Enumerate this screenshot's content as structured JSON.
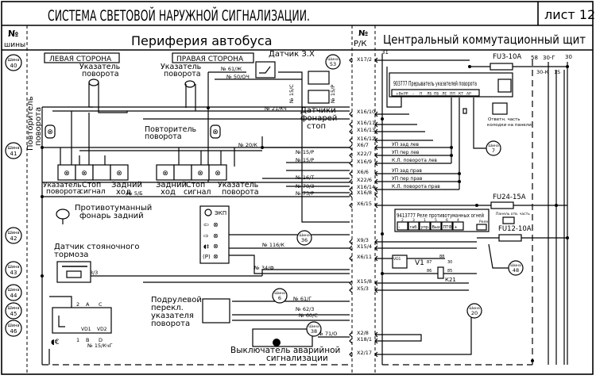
{
  "header": {
    "title": "СИСТЕМА СВЕТОВОЙ НАРУЖНОЙ СИГНАЛИЗАЦИИ.",
    "sheet": "лист 12"
  },
  "columns": {
    "bus_no": [
      "№",
      "шины"
    ],
    "periphery": "Периферия автобуса",
    "rk_no": [
      "№",
      "Р/К"
    ],
    "central": "Центральный коммутационный щит"
  },
  "buses": {
    "left": [
      "40",
      "41",
      "42",
      "43",
      "44",
      "45",
      "46"
    ],
    "prefix": "Шина",
    "in_diagram": [
      "53",
      "36",
      "6",
      "38",
      "7",
      "48",
      "20"
    ]
  },
  "periphery": {
    "left_side": "ЛЕВАЯ СТОРОНА",
    "right_side": "ПРАВАЯ СТОРОНА",
    "turn_indicator": [
      "Указатель",
      "поворота"
    ],
    "repeater_vertical": [
      "Повторитель",
      "поворота"
    ],
    "repeater": [
      "Повторитель",
      "поворота"
    ],
    "rear_lamps": [
      [
        "Указатель",
        "поворота"
      ],
      [
        "Стоп",
        "сигнал"
      ],
      [
        "Задний",
        "ход"
      ],
      [
        "Задний",
        "ход"
      ],
      [
        "Стоп",
        "сигнал"
      ],
      [
        "Указатель",
        "поворота"
      ]
    ],
    "reverse_sensor": "Датчик З.Х",
    "stop_sensors": [
      "Датчики",
      "фонарей",
      "стоп"
    ],
    "fog_lamp": [
      "Противотуманный",
      "фонарь задний"
    ],
    "parking_brake": [
      "Датчик стояночного",
      "тормоза"
    ],
    "steering_switch": [
      "Подрулевой",
      "перекл.",
      "указателя",
      "поворота"
    ],
    "hazard_switch": [
      "Выключатель аварийной",
      "сигнализации"
    ],
    "ekp": "ЭКП",
    "diodes": [
      "VD1",
      "VD2"
    ],
    "pins": [
      "2",
      "A",
      "C",
      "1",
      "B",
      "D"
    ]
  },
  "wires": [
    "№ 61/Ж",
    "№ 50/ОЧ",
    "№ 15/С",
    "№ 15/Р",
    "№ 21/Кч",
    "№ 20/К",
    "№ 15/Р",
    "№ 15/Р",
    "№ 16/Т",
    "№ 70/З",
    "№ 73/Р",
    "№ 5/Б",
    "№ 116/К",
    "№ 34/Ф",
    "№ 8/3",
    "№ 15/КчГ",
    "№ 61/Г",
    "№ 62/3",
    "№ 60/С",
    "№ 71/О"
  ],
  "connectors": [
    "Х17/2",
    "Х16/10",
    "Х16/11",
    "Х16/13",
    "Х16/12",
    "Х6/7",
    "Х22/7",
    "Х16/9",
    "Х6/6",
    "Х22/6",
    "Х16/14",
    "Х16/8",
    "Х6/15",
    "Х9/3",
    "Х15/4",
    "Х6/11",
    "Х15/8",
    "Х5/3",
    "Х2/8",
    "Х18/1",
    "Х2/17"
  ],
  "central": {
    "ground": "31",
    "fuses": [
      "FU3-10A",
      "FU24-15A",
      "FU12-10A"
    ],
    "rails": [
      "58",
      "30-Г",
      "30",
      "30-К",
      "15"
    ],
    "flasher": {
      "title": "903777 Прерыватель указателей поворота",
      "pins": [
        "+Вк",
        "РР",
        "–",
        "П",
        "ЛБ",
        "ПБ",
        "ЛЕ",
        "ПП",
        "КТ",
        "АР"
      ],
      "socket_note": [
        "Ответн. часть",
        "колодки на панели"
      ]
    },
    "flasher_signals": [
      "УП зад лев",
      "УП пер лев",
      "К.Л. поворота лев",
      "УП зад прав",
      "УП пер прав",
      "К.Л. поворота прав"
    ],
    "fog_relay": {
      "title": "9413777 Реле противотуманных огней",
      "pin_numbers": [
        "2",
        "3",
        "1",
        "5",
        "6",
        "4"
      ],
      "pins": [
        "-",
        "габ.",
        "упр.",
        "Вых.",
        "ПТФ",
        "+"
      ],
      "relay_label": "Реле",
      "panel_note": "Панель отв. часть"
    },
    "relay": {
      "name": "К21",
      "diode": "V1",
      "diode_box": "VD1",
      "contacts": [
        "88",
        "87",
        "30",
        "86",
        "85"
      ]
    }
  }
}
